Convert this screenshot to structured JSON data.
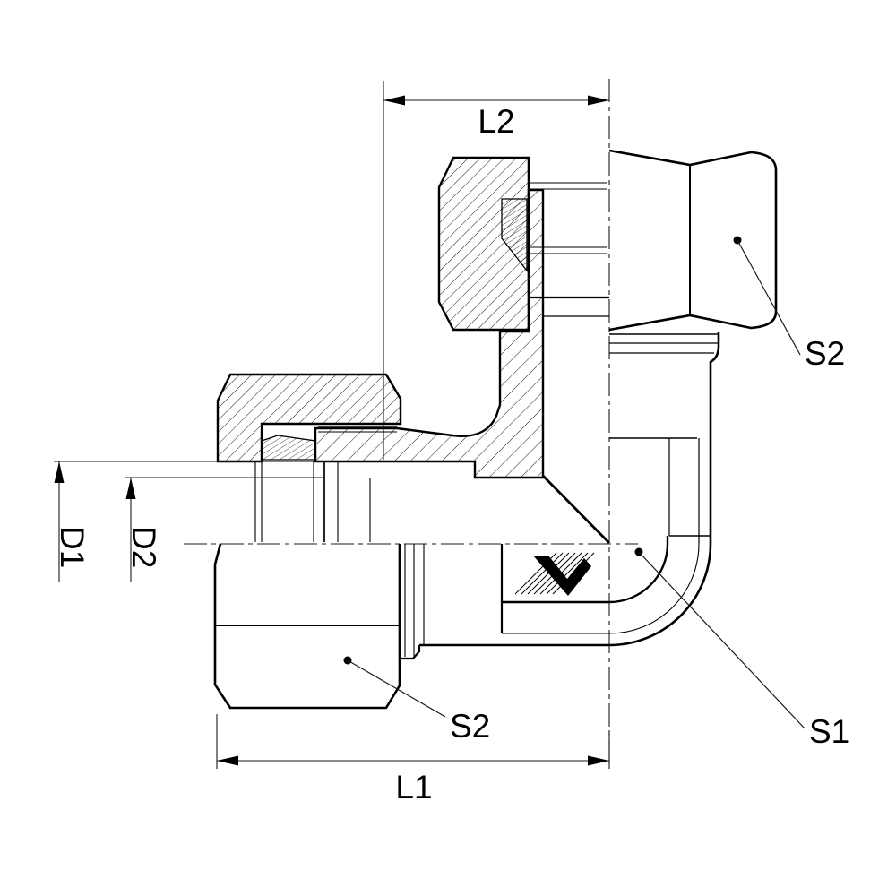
{
  "drawing": {
    "type": "technical-drawing",
    "subject": "90-degree elbow compression fitting, half-section view",
    "dimension_labels": {
      "l2": "L2",
      "l1": "L1",
      "d1": "D1",
      "d2": "D2"
    },
    "callout_labels": {
      "s2_top": "S2",
      "s2_bottom": "S2",
      "s1": "S1"
    },
    "colors": {
      "line": "#000000",
      "background": "#ffffff"
    }
  }
}
